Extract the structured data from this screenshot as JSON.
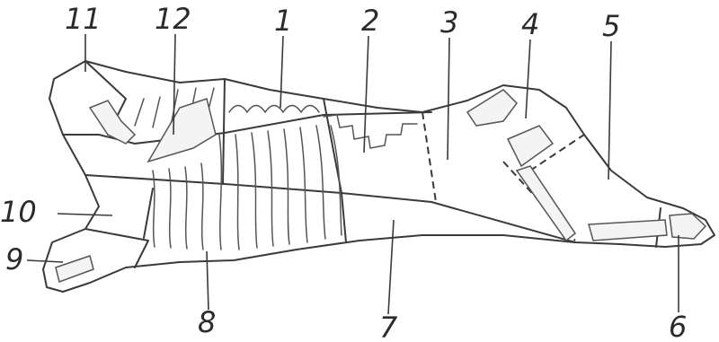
{
  "diagram": {
    "labels": {
      "l1": "1",
      "l2": "2",
      "l3": "3",
      "l4": "4",
      "l5": "5",
      "l6": "6",
      "l7": "7",
      "l8": "8",
      "l9": "9",
      "l10": "10",
      "l11": "11",
      "l12": "12"
    },
    "colors": {
      "line": "#3a3a3a",
      "background": "#ffffff"
    }
  }
}
